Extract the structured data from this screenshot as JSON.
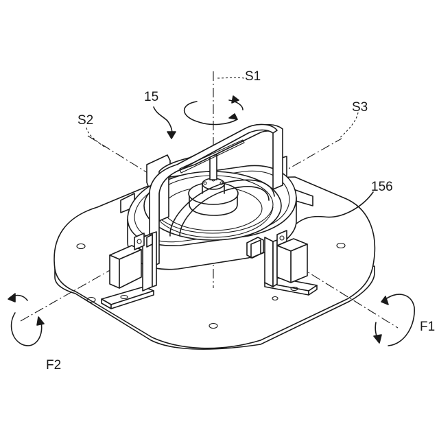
{
  "labels": {
    "s1": "S1",
    "s2": "S2",
    "s3": "S3",
    "device": "15",
    "part": "156",
    "f1": "F1",
    "f2": "F2"
  }
}
